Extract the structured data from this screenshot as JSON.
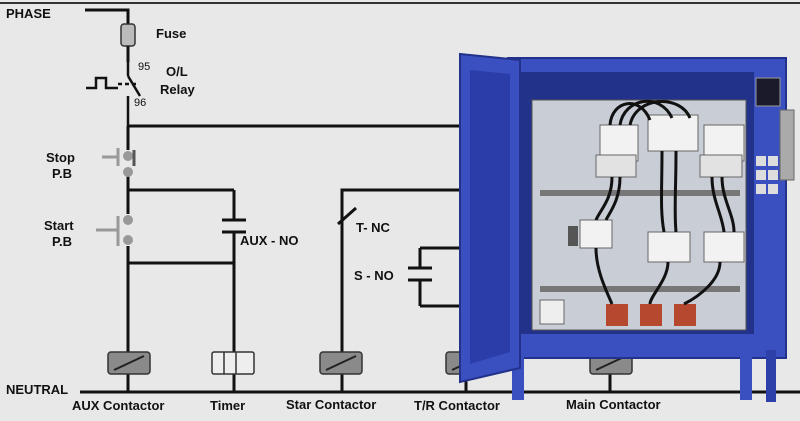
{
  "rails": {
    "phase": "PHASE",
    "neutral": "NEUTRAL"
  },
  "components": {
    "fuse": "Fuse",
    "overload_relay": "O/L\nRelay",
    "terminal_95": "95",
    "terminal_96": "96",
    "stop_pb": "Stop\nP.B",
    "start_pb": "Start\nP.B",
    "aux_no": "AUX - NO",
    "timer_nc": "T- NC",
    "star_no": "S - NO"
  },
  "coils": [
    {
      "label": "AUX Contactor"
    },
    {
      "label": "Timer"
    },
    {
      "label": "Star Contactor"
    },
    {
      "label": "T/R Contactor"
    },
    {
      "label": "Main Contactor"
    }
  ],
  "colors": {
    "background": "#e8e8e8",
    "wire": "#111111",
    "coil": "#8a8a8a",
    "panel_blue": "#3a4fc0",
    "panel_dark": "#22328a",
    "panel_inner": "#c9cdd6"
  },
  "icons": [
    "fuse-icon",
    "overload-relay-icon",
    "push-button-icon",
    "contact-icon",
    "coil-icon",
    "control-panel-image"
  ]
}
